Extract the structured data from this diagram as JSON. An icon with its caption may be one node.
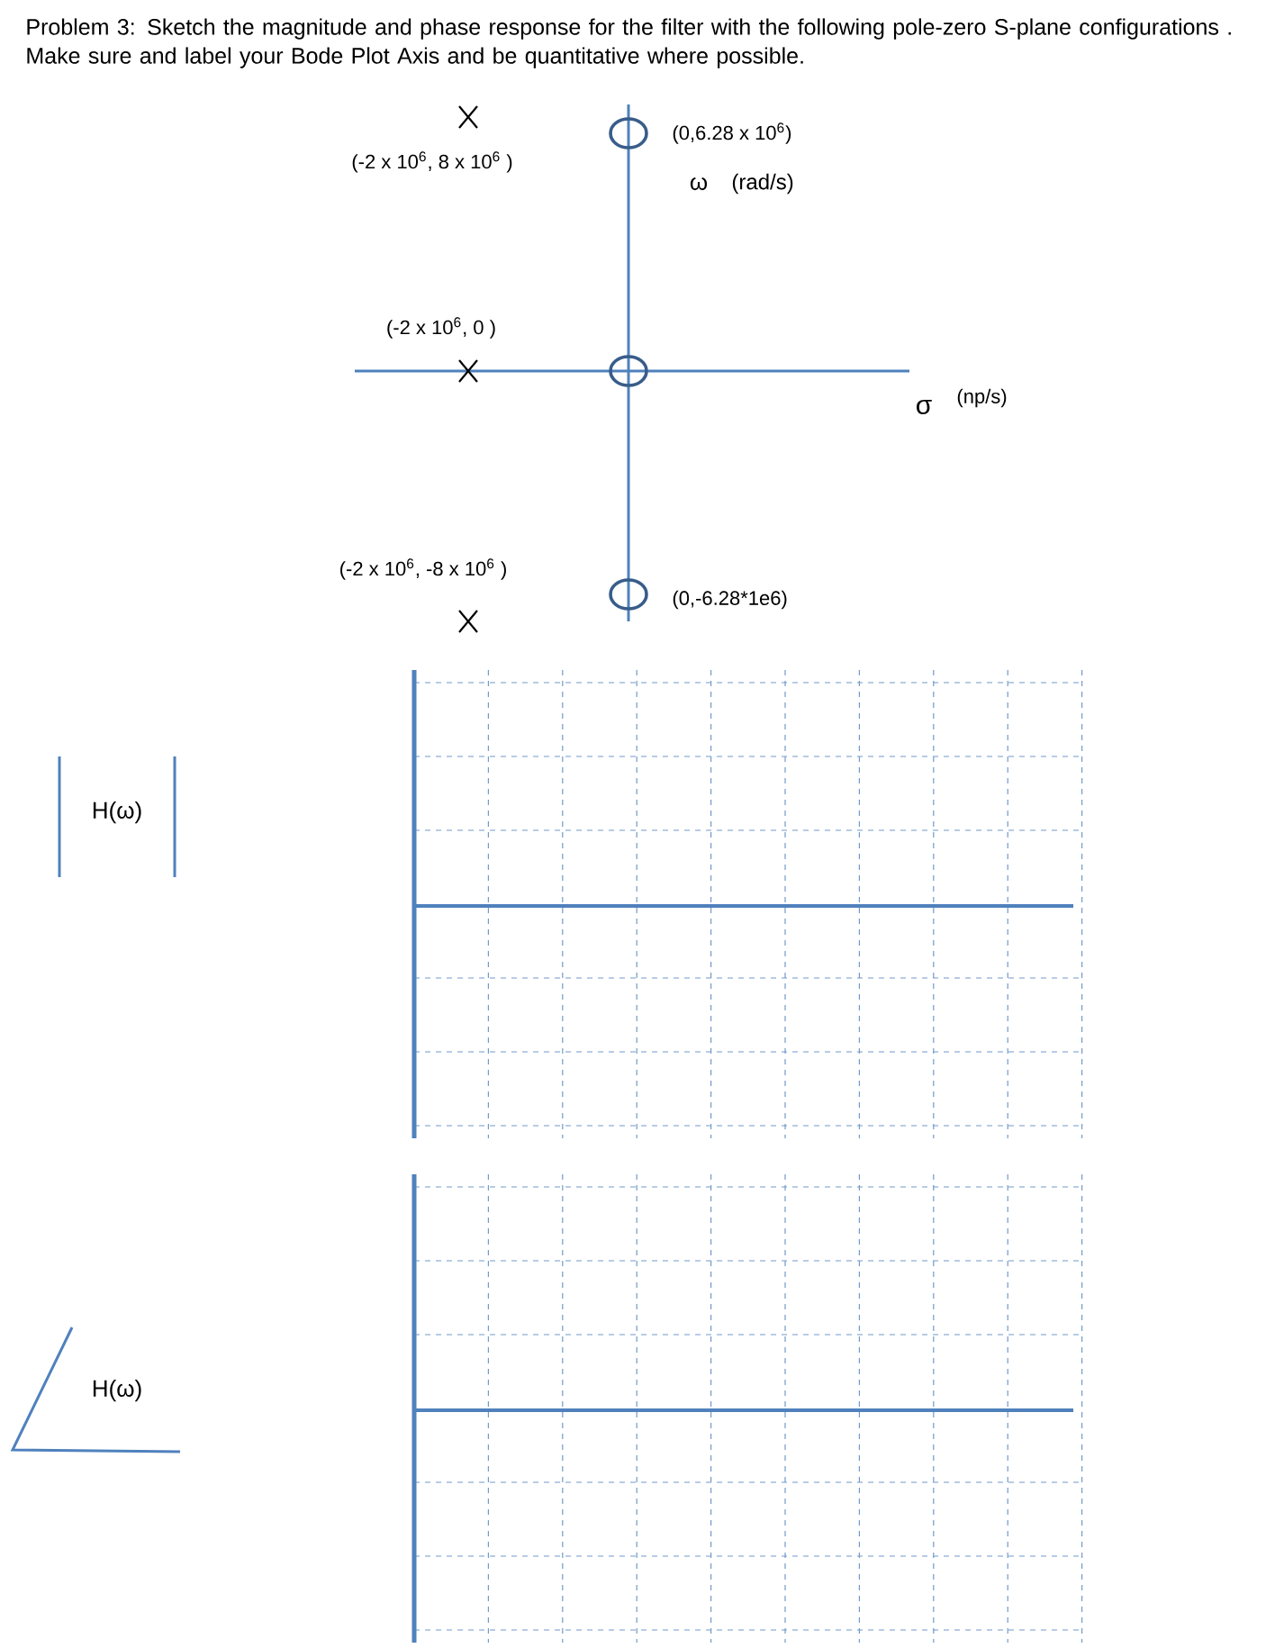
{
  "diagram": {
    "title": "Problem 3: Sketch the magnitude and phase response for the filter with the following pole-zero S-plane configurations . Make sure and label your Bode Plot Axis and be quantitative where possible.",
    "labels": [
      "(-2 x 10$^{6}$, 8 x 10$^{6}$ )",
      "(0,6.28 x 10$^{6}$)",
      "ω",
      "(rad/s)",
      "(-2 x 10$^{6}$, 0 )",
      "σ",
      "(np/s)",
      "(-2 x 10$^{6}$, -8 x 10$^{6}$ )",
      "(0,-6.28*1e6)",
      "H(ω)",
      "H(ω)"
    ]
  }
}
